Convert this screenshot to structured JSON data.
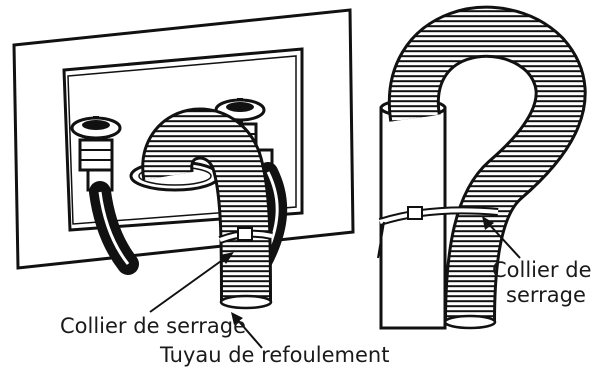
{
  "labels": {
    "clamp_left": "Collier de serrage",
    "drain_hose": "Tuyau de refoulement",
    "clamp_right_line1": "Collier de",
    "clamp_right_line2": "serrage"
  }
}
